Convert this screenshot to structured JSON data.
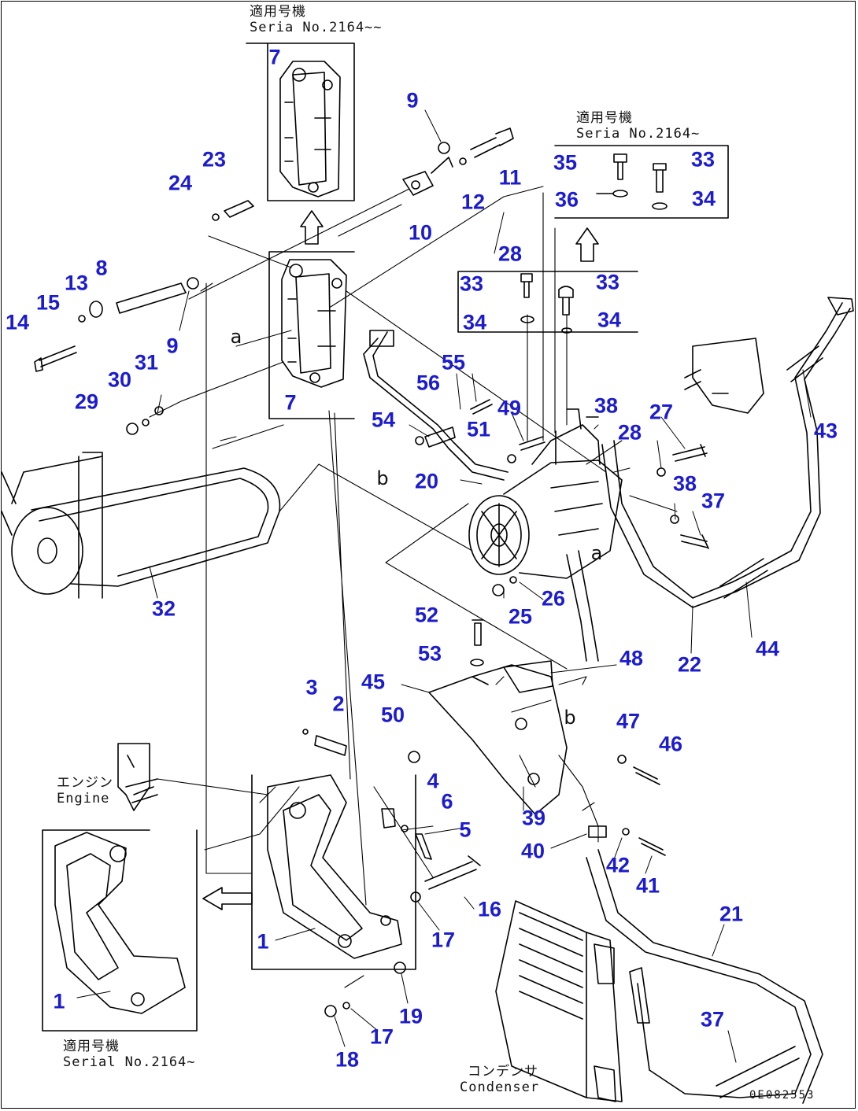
{
  "notes": {
    "top_serial": [
      "適用号機",
      "Seria No.2164~~"
    ],
    "right_serial": [
      "適用号機",
      "Seria No.2164~"
    ],
    "bottom_serial": [
      "適用号機",
      "Serial No.2164~"
    ],
    "engine": [
      "エンジン",
      "Engine"
    ],
    "condenser": [
      "コンデンサ",
      "Condenser"
    ]
  },
  "drawing_code": "0E082553",
  "view_marks": [
    "a",
    "b",
    "a",
    "b"
  ],
  "callouts": [
    "7",
    "9",
    "23",
    "24",
    "11",
    "10",
    "12",
    "35",
    "33",
    "36",
    "34",
    "28",
    "8",
    "13",
    "15",
    "14",
    "9",
    "33",
    "33",
    "34",
    "34",
    "31",
    "30",
    "29",
    "55",
    "56",
    "49",
    "38",
    "27",
    "43",
    "54",
    "51",
    "28",
    "20",
    "38",
    "37",
    "7",
    "32",
    "52",
    "25",
    "26",
    "44",
    "22",
    "53",
    "48",
    "45",
    "3",
    "2",
    "50",
    "47",
    "46",
    "4",
    "6",
    "39",
    "5",
    "40",
    "42",
    "41",
    "16",
    "17",
    "21",
    "1",
    "19",
    "17",
    "18",
    "37",
    "1"
  ]
}
